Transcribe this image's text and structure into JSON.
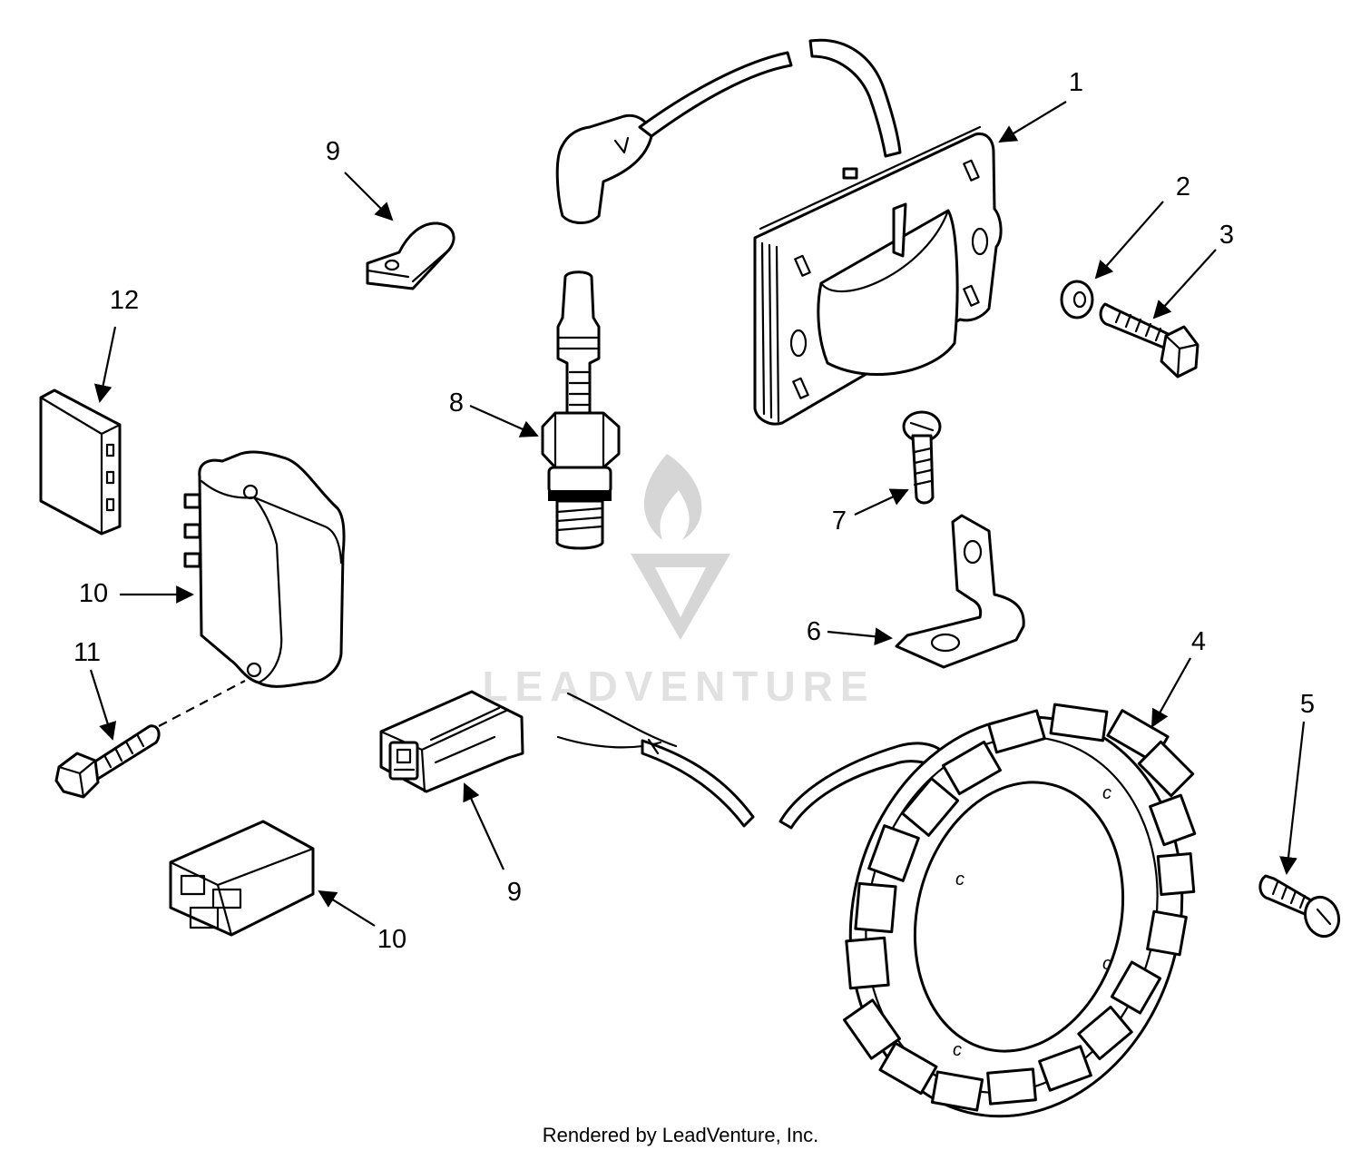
{
  "labels": {
    "p1": "1",
    "p2": "2",
    "p3": "3",
    "p4": "4",
    "p5": "5",
    "p6": "6",
    "p7": "7",
    "p8": "8",
    "p9_top": "9",
    "p9_bottom": "9",
    "p10_module": "10",
    "p10_connector": "10",
    "p11": "11",
    "p12": "12"
  },
  "watermark": {
    "brand": "LEADVENTURE"
  },
  "footer": {
    "credit": "Rendered by LeadVenture, Inc."
  },
  "colors": {
    "ink": "#000000",
    "watermark": "#d6d6d6",
    "background": "#ffffff"
  }
}
